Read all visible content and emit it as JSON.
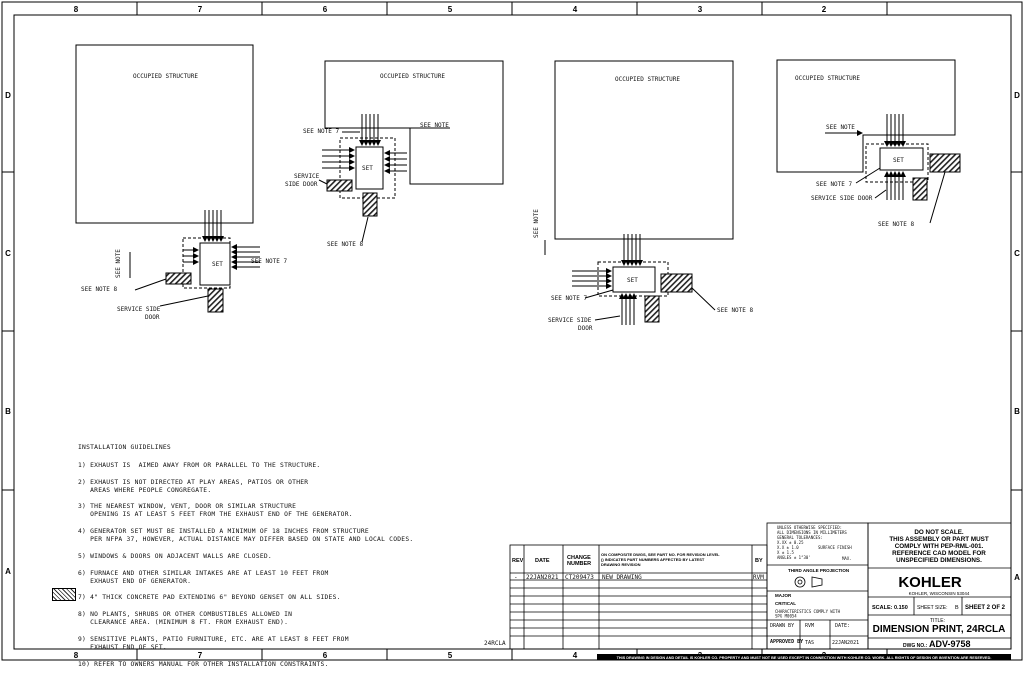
{
  "border": {
    "cols_top": [
      "8",
      "7",
      "6",
      "5",
      "4",
      "3",
      "2"
    ],
    "cols_bottom": [
      "8",
      "7",
      "6",
      "5",
      "4",
      "3",
      "2"
    ],
    "rows_left": [
      "D",
      "C",
      "B",
      "A"
    ],
    "rows_right": [
      "D",
      "C",
      "B",
      "A"
    ]
  },
  "diagrams": {
    "d1": {
      "structure": "OCCUPIED STRUCTURE",
      "set": "SET",
      "note7": "SEE NOTE 7",
      "note8": "SEE NOTE 8",
      "note_vert": "SEE NOTE",
      "door1": "SERVICE SIDE",
      "door2": "DOOR"
    },
    "d2": {
      "structure": "OCCUPIED STRUCTURE",
      "set": "SET",
      "note7": "SEE NOTE 7",
      "see_note": "SEE NOTE",
      "door1": "SERVICE",
      "door2": "SIDE DOOR",
      "note8": "SEE NOTE 8"
    },
    "d3": {
      "structure": "OCCUPIED STRUCTURE",
      "set": "SET",
      "note7": "SEE NOTE 7",
      "note8": "SEE NOTE 8",
      "note_vert": "SEE NOTE",
      "door1": "SERVICE SIDE",
      "door2": "DOOR"
    },
    "d4": {
      "structure": "OCCUPIED STRUCTURE",
      "set": "SET",
      "see_note": "SEE NOTE",
      "note7": "SEE NOTE 7",
      "door": "SERVICE SIDE DOOR",
      "note8": "SEE NOTE 8"
    }
  },
  "guidelines": {
    "heading": "INSTALLATION GUIDELINES",
    "items": [
      "1) EXHAUST IS  AIMED AWAY FROM OR PARALLEL TO THE STRUCTURE.",
      "2) EXHAUST IS NOT DIRECTED AT PLAY AREAS, PATIOS OR OTHER\n   AREAS WHERE PEOPLE CONGREGATE.",
      "3) THE NEAREST WINDOW, VENT, DOOR OR SIMILAR STRUCTURE\n   OPENING IS AT LEAST 5 FEET FROM THE EXHAUST END OF THE GENERATOR.",
      "4) GENERATOR SET MUST BE INSTALLED A MINIMUM OF 18 INCHES FROM STRUCTURE\n   PER NFPA 37, HOWEVER, ACTUAL DISTANCE MAY DIFFER BASED ON STATE AND LOCAL CODES.",
      "5) WINDOWS & DOORS ON ADJACENT WALLS ARE CLOSED.",
      "6) FURNACE AND OTHER SIMILAR INTAKES ARE AT LEAST 10 FEET FROM\n   EXHAUST END OF GENERATOR.",
      "7) 4\" THICK CONCRETE PAD EXTENDING 6\" BEYOND GENSET ON ALL SIDES.",
      "8) NO PLANTS, SHRUBS OR OTHER COMBUSTIBLES ALLOWED IN\n   CLEARANCE AREA. (MINIMUM 8 FT. FROM EXHAUST END).",
      "9) SENSITIVE PLANTS, PATIO FURNITURE, ETC. ARE AT LEAST 8 FEET FROM\n   EXHAUST END OF SET.",
      "10) REFER TO OWNERS MANUAL FOR OTHER INSTALLATION CONSTRAINTS."
    ]
  },
  "rev_table": {
    "headers": [
      "REV",
      "DATE",
      "CHANGE\nNUMBER",
      "ON COMPOSITE DWGS, SEE PART NO. FOR REVISION LEVEL\n() INDICATES PART NUMBERS AFFECTED BY LATEST\nDRAWING REVISION",
      "BY"
    ],
    "row": {
      "rev": "-",
      "date": "22JAN2021",
      "change": "CT209473",
      "desc": "NEW DRAWING",
      "by": "RVM"
    }
  },
  "tolerance": {
    "lines": [
      "UNLESS OTHERWISE SPECIFIED:",
      "ALL DIMENSIONS IN MILLIMETERS",
      "GENERAL TOLERANCES:",
      "X.XX ± 0.25",
      "X.X  ± 1.0",
      "X    ± 1.5",
      "ANGLES ± 1°30'"
    ],
    "surface": "SURFACE FINISH",
    "max": "MAX.",
    "projection": "THIRD ANGLE PROJECTION",
    "major": "MAJOR",
    "critical": "CRITICAL",
    "characteristics": "CHARACTERISTICS COMPLY WITH\nSPG M0054"
  },
  "title_block": {
    "warning": [
      "DO NOT SCALE.",
      "THIS ASSEMBLY OR PART MUST",
      "COMPLY WITH PEP-RML-001.",
      "REFERENCE CAD MODEL FOR",
      "UNSPECIFIED DIMENSIONS."
    ],
    "company": "KOHLER",
    "address": "KOHLER, WISCONSIN 53044",
    "scale_label": "SCALE:",
    "scale": "0.150",
    "size_label": "SHEET SIZE:",
    "size": "B",
    "sheet": "SHEET 2 OF 2",
    "drawn_label": "DRAWN\nBY",
    "drawn": "RVM",
    "date_label": "DATE:",
    "approved_label": "APPROVED\nBY",
    "approved": "TAS",
    "approved_date": "22JAN2021",
    "title_label": "TITLE:",
    "title": "DIMENSION PRINT, 24RCLA",
    "dwg_label": "DWG NO.:",
    "dwg": "ADV-9758"
  },
  "model": "24RCLA",
  "footer": "THIS DRAWING IN DESIGN AND DETAIL IS KOHLER CO. PROPERTY AND MUST NOT BE USED EXCEPT IN CONNECTION WITH KOHLER CO. WORK. ALL RIGHTS OF DESIGN OR INVENTION ARE RESERVED."
}
